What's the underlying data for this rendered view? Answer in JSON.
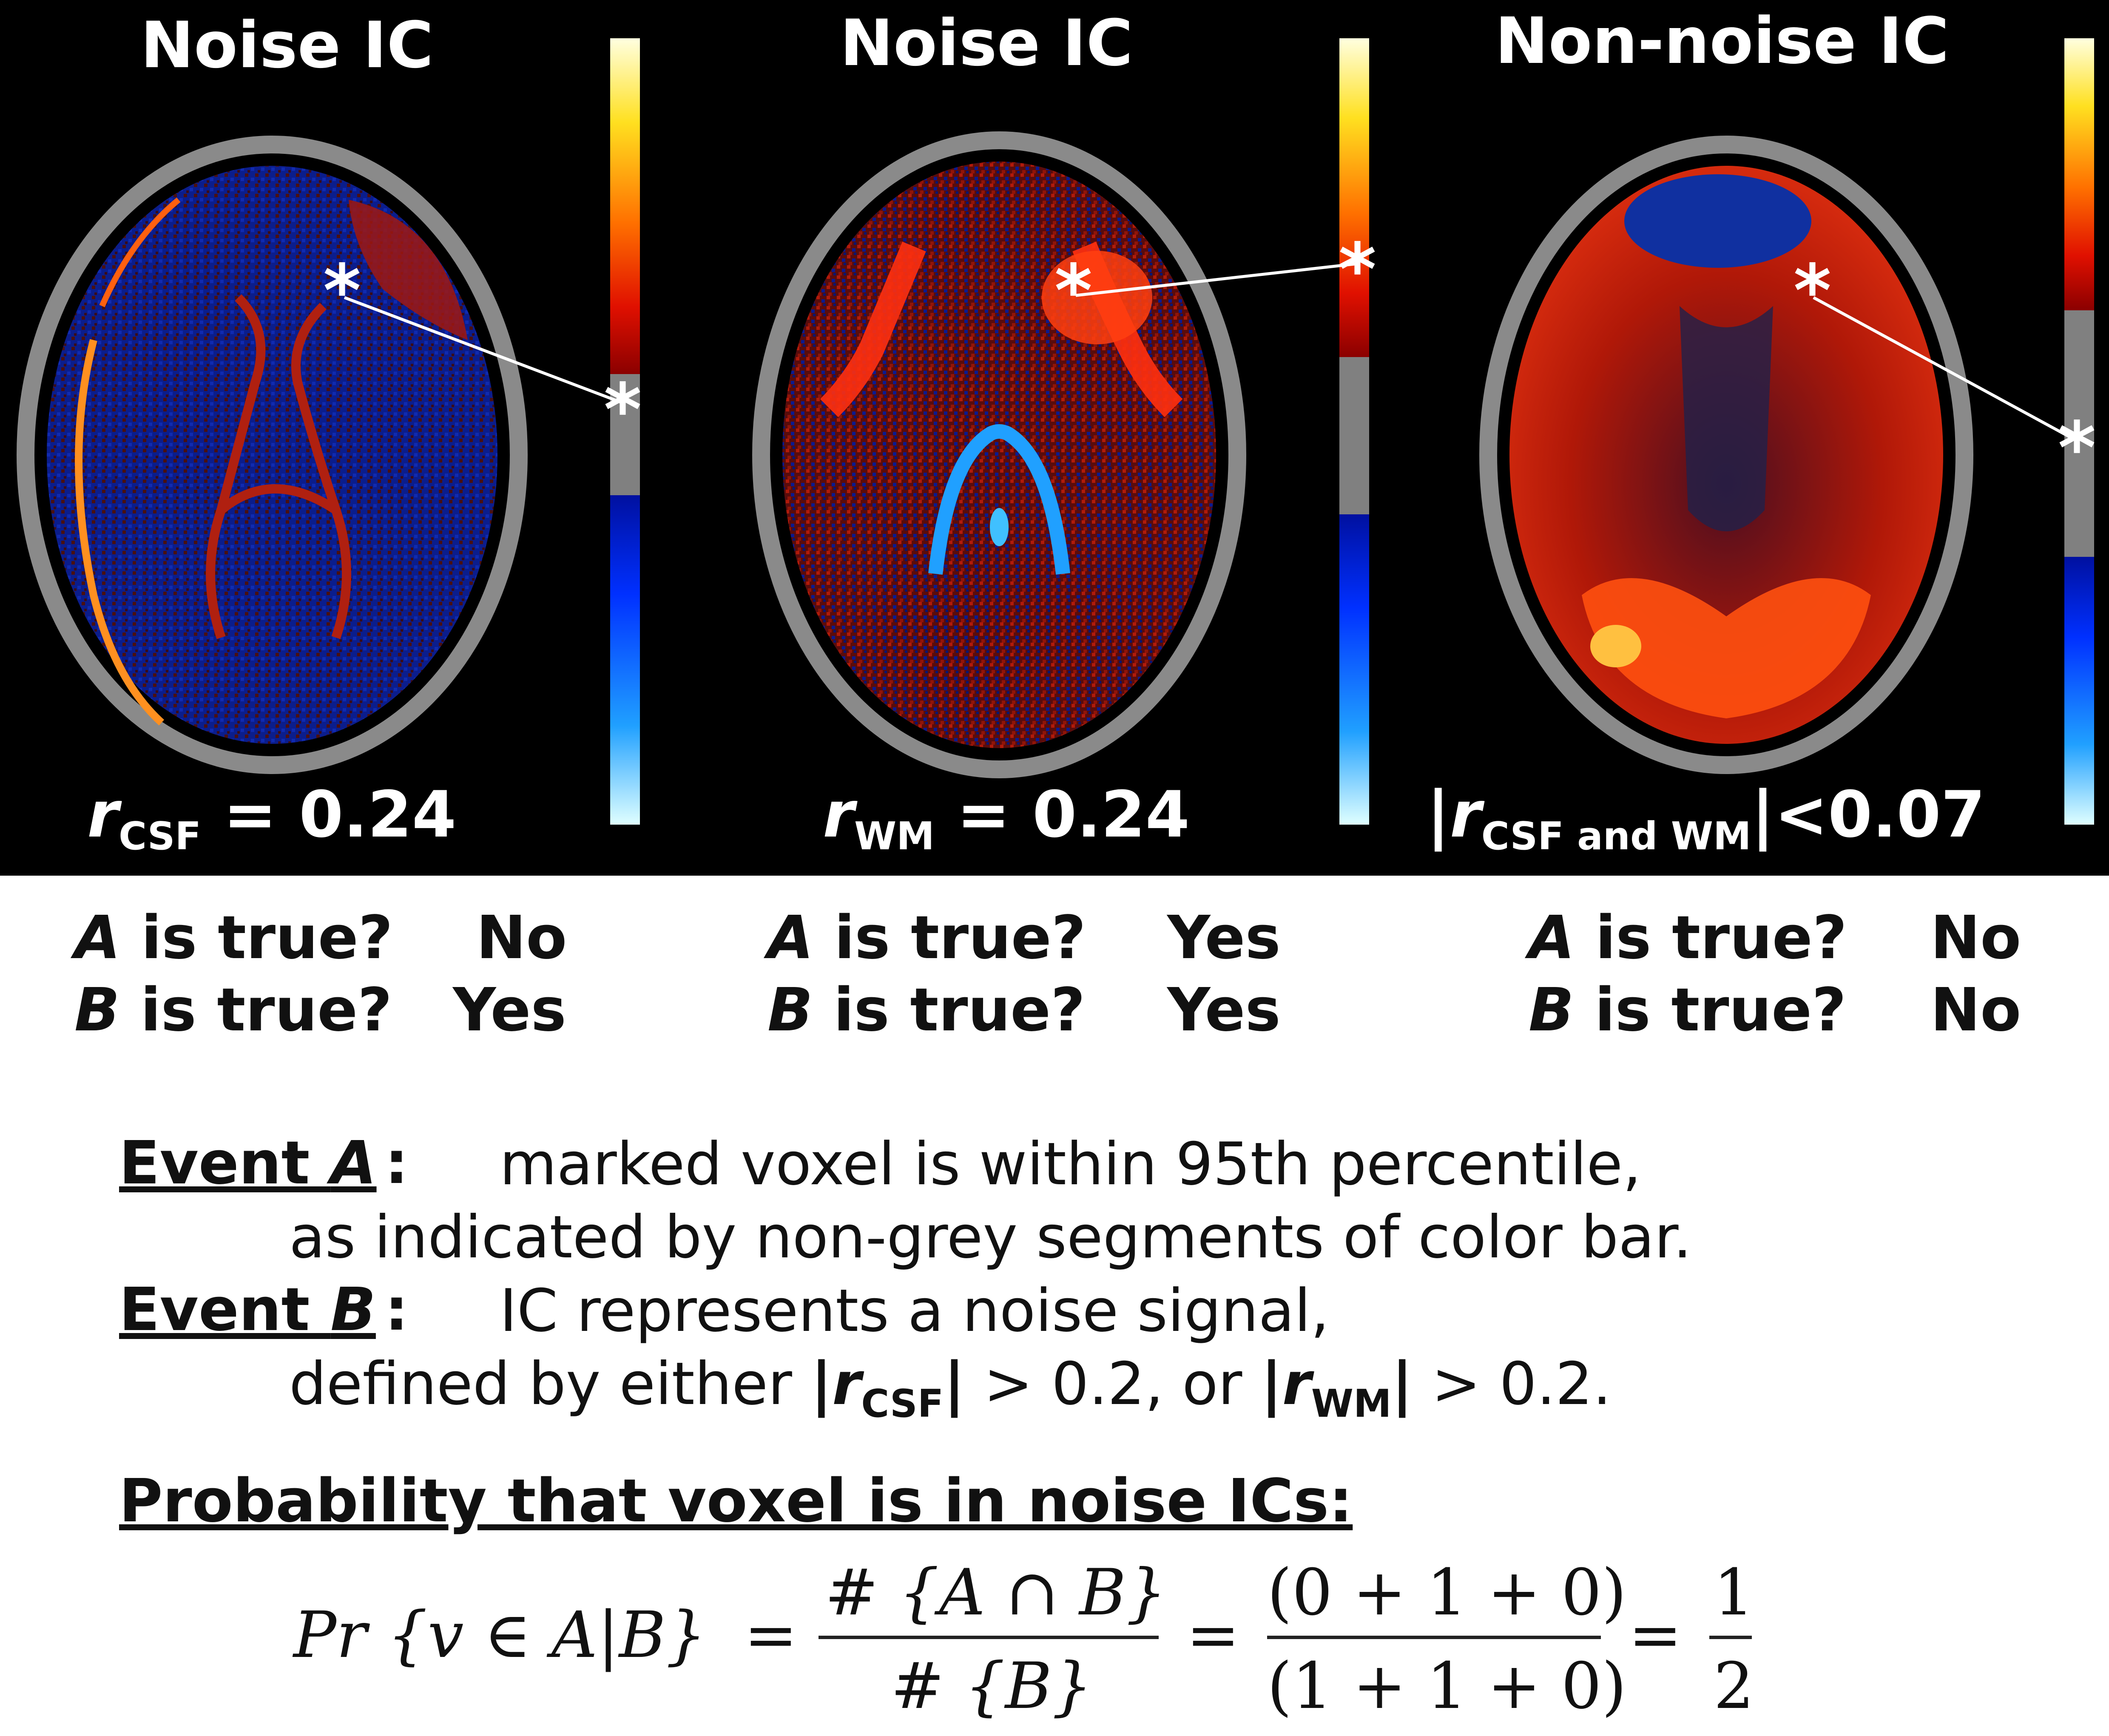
{
  "panels": [
    {
      "title": "Noise IC",
      "corr_symbol": "r",
      "corr_sub": "CSF",
      "corr_rest": " = 0.24",
      "q_a_label": "A",
      "q_a_text": " is true?",
      "q_a_answer": "No",
      "q_b_label": "B",
      "q_b_text": " is true?",
      "q_b_answer": "Yes"
    },
    {
      "title": "Noise IC",
      "corr_symbol": "r",
      "corr_sub": "WM",
      "corr_rest": " = 0.24",
      "q_a_label": "A",
      "q_a_text": " is true?",
      "q_a_answer": "Yes",
      "q_b_label": "B",
      "q_b_text": " is true?",
      "q_b_answer": "Yes"
    },
    {
      "title": "Non-noise IC",
      "corr_prefix": "|",
      "corr_symbol": "r",
      "corr_sub": "CSF and WM",
      "corr_rest": "|<0.07",
      "q_a_label": "A",
      "q_a_text": " is true?",
      "q_a_answer": "No",
      "q_b_label": "B",
      "q_b_text": " is true?",
      "q_b_answer": "No"
    }
  ],
  "marker_symbol": "*",
  "colors": {
    "panel_background": "#000000",
    "positive_hot": "#ff2a00",
    "negative_cold": "#1030ff",
    "threshold_grey": "#808080",
    "skull_grey": "#8a8a8a"
  },
  "events": {
    "a_head_prefix": "Event ",
    "a_head_letter": "A",
    "a_head_colon": ":",
    "a_line1": "marked voxel is within 95th percentile,",
    "a_line2": "as indicated by non-grey segments of color bar.",
    "b_head_prefix": "Event ",
    "b_head_letter": "B",
    "b_head_colon": ":",
    "b_line1": "IC represents a noise signal,",
    "b_line2_pre": "defined by either ",
    "b_line2_abs1_open": "|",
    "b_line2_r1": "r",
    "b_line2_sub1": "CSF",
    "b_line2_abs1_close": "|",
    "b_line2_mid": " > 0.2, or ",
    "b_line2_abs2_open": "|",
    "b_line2_r2": "r",
    "b_line2_sub2": "WM",
    "b_line2_abs2_close": "|",
    "b_line2_post": " > 0.2."
  },
  "probability": {
    "title": "Probability that voxel is in noise ICs:",
    "lhs": "Pr {v ∈ A|B}",
    "eq1": "=",
    "frac1_num": "# {A ∩ B}",
    "frac1_den": "# {B}",
    "eq2": "=",
    "frac2_num": "(0 + 1 + 0)",
    "frac2_den": "(1 + 1 + 0)",
    "eq3": "=",
    "frac3_num": "1",
    "frac3_den": "2"
  }
}
